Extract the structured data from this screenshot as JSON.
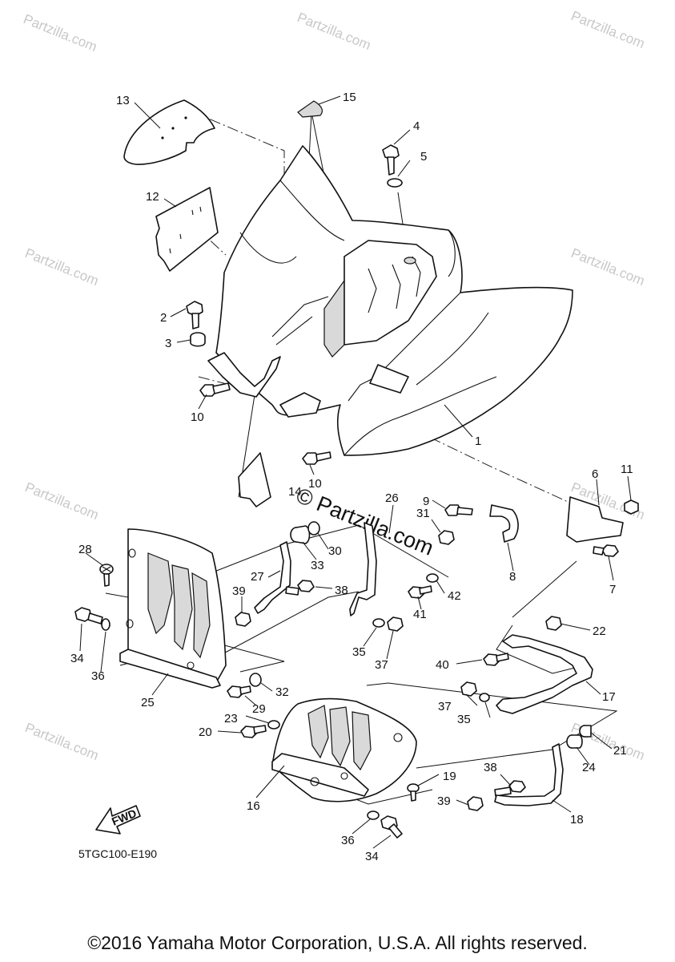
{
  "diagram": {
    "code": "5TGC100-E190",
    "fwd_label": "FWD",
    "watermark": "Partzilla.com",
    "watermark_center": "© Partzilla.com",
    "callouts": {
      "c1": "1",
      "c2": "2",
      "c3": "3",
      "c4": "4",
      "c5": "5",
      "c6": "6",
      "c7": "7",
      "c8": "8",
      "c9": "9",
      "c10a": "10",
      "c10b": "10",
      "c11": "11",
      "c12": "12",
      "c13": "13",
      "c14": "14",
      "c15": "15",
      "c16": "16",
      "c17": "17",
      "c18": "18",
      "c19": "19",
      "c20": "20",
      "c21": "21",
      "c22": "22",
      "c23": "23",
      "c24": "24",
      "c25": "25",
      "c26": "26",
      "c27": "27",
      "c28": "28",
      "c29": "29",
      "c30": "30",
      "c31": "31",
      "c32": "32",
      "c33": "33",
      "c34a": "34",
      "c34b": "34",
      "c35a": "35",
      "c35b": "35",
      "c36a": "36",
      "c36b": "36",
      "c37a": "37",
      "c37b": "37",
      "c38a": "38",
      "c38b": "38",
      "c39a": "39",
      "c39b": "39",
      "c40": "40",
      "c41": "41",
      "c42": "42"
    }
  },
  "footer": {
    "copyright": "©2016 Yamaha Motor Corporation, U.S.A. All rights reserved."
  }
}
